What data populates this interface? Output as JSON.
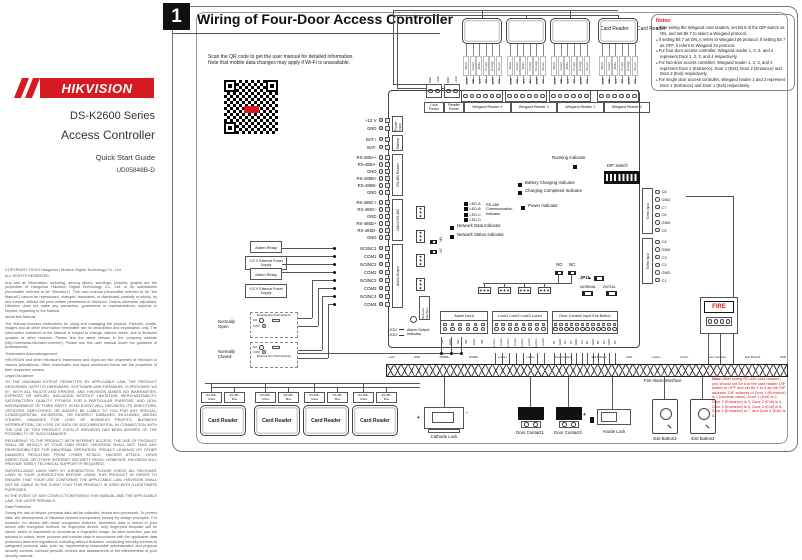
{
  "brand": {
    "logo": "HIKVISION",
    "series": "DS-K2600 Series",
    "product": "Access Controller",
    "doc": "Quick Start Guide",
    "code": "UD05848B-D",
    "red": "#d71a21",
    "legal": [
      "COPYRIGHT ©2019 Hangzhou Hikvision Digital Technology Co., Ltd.",
      "ALL RIGHTS RESERVED.",
      "Any and all information, including, among others, wordings, pictures, graphs are the properties of Hangzhou Hikvision Digital Technology Co., Ltd. or its subsidiaries (hereinafter referred to be “Hikvision”). This user manual (hereinafter referred to be “the Manual”) cannot be reproduced, changed, translated, or distributed, partially or wholly, by any means, without the prior written permission of Hikvision. Unless otherwise stipulated, Hikvision does not make any warranties, guarantees or representations, express or implied, regarding to the Manual.",
      "About this Manual",
      "The Manual includes instructions for using and managing the product. Pictures, charts, images and all other information hereinafter are for description and explanation only. The information contained in the Manual is subject to change, without notice, due to firmware updates or other reasons. Please find the latest version in the company website (http://overseas.hikvision.com/en/). Please use this user manual under the guidance of professionals.",
      "Trademarks Acknowledgement",
      "HIKVISION and other Hikvision's trademarks and logos are the properties of Hikvision in various jurisdictions. Other trademarks and logos mentioned below are the properties of their respective owners.",
      "Legal Disclaimer",
      "TO THE MAXIMUM EXTENT PERMITTED BY APPLICABLE LAW, THE PRODUCT DESCRIBED, WITH ITS HARDWARE, SOFTWARE AND FIRMWARE, IS PROVIDED “AS IS”, WITH ALL FAULTS AND ERRORS, AND HIKVISION MAKES NO WARRANTIES, EXPRESS OR IMPLIED, INCLUDING WITHOUT LIMITATION, MERCHANTABILITY, SATISFACTORY QUALITY, FITNESS FOR A PARTICULAR PURPOSE, AND NON-INFRINGEMENT OF THIRD PARTY. IN NO EVENT WILL HIKVISION, ITS DIRECTORS, OFFICERS, EMPLOYEES, OR AGENTS BE LIABLE TO YOU FOR ANY SPECIAL, CONSEQUENTIAL, INCIDENTAL, OR INDIRECT DAMAGES, INCLUDING, AMONG OTHERS, DAMAGES FOR LOSS OF BUSINESS PROFITS, BUSINESS INTERRUPTION, OR LOSS OF DATA OR DOCUMENTATION, IN CONNECTION WITH THE USE OF THIS PRODUCT, EVEN IF HIKVISION HAS BEEN ADVISED OF THE POSSIBILITY OF SUCH DAMAGES.",
      "REGARDING TO THE PRODUCT WITH INTERNET ACCESS, THE USE OF PRODUCT SHALL BE WHOLLY AT YOUR OWN RISKS. HIKVISION SHALL NOT TAKE ANY RESPONSIBILITIES FOR ABNORMAL OPERATION, PRIVACY LEAKAGE OR OTHER DAMAGES RESULTING FROM CYBER ATTACK, HACKER ATTACK, VIRUS INSPECTION, OR OTHER INTERNET SECURITY RISKS; HOWEVER, HIKVISION WILL PROVIDE TIMELY TECHNICAL SUPPORT IF REQUIRED.",
      "SURVEILLANCE LAWS VARY BY JURISDICTION. PLEASE CHECK ALL RELEVANT LAWS IN YOUR JURISDICTION BEFORE USING THIS PRODUCT IN ORDER TO ENSURE THAT YOUR USE CONFORMS THE APPLICABLE LAW. HIKVISION SHALL NOT BE LIABLE IN THE EVENT THAT THIS PRODUCT IS USED WITH ILLEGITIMATE PURPOSES.",
      "IN THE EVENT OF ANY CONFLICTS BETWEEN THIS MANUAL AND THE APPLICABLE LAW, THE LATER PREVAILS.",
      "Data Protection",
      "During the use of device, personal data will be collected, stored and processed. To protect data, the development of Hikvision devices incorporates privacy by design principles. For example, for device with facial recognition features, biometrics data is stored in your device with encryption method; for fingerprint device, only fingerprint template will be saved, which is impossible to reconstruct a fingerprint image. As data controller, you are advised to collect, store, process and transfer data in accordance with the applicable data protection laws and regulations, including without limitation, conducting security controls to safeguard personal data, such as, implementing reasonable administrative and physical security controls, conduct periodic reviews and assessments of the effectiveness of your security controls."
    ]
  },
  "header": {
    "step": "1",
    "title": "Wiring of Four-Door Access Controller"
  },
  "qr": {
    "line1": "Scan the QR code to get the user manual for detailed information.",
    "line2": "Note that mobile data changes may apply if Wi-Fi is unavailable."
  },
  "notes_top": {
    "heading": "Notes:",
    "items": [
      "After wiring the Wiegand card readers, set Bit 6 of the DIP switch as ON, and set Bit 7 to select a Wiegand protocol.",
      "If setting Bit 7 as ON, it refers to Wiegand 26 protocol. If setting Bit 7 as OFF, it refers to Wiegand 34 protocol.",
      "For four-door access controller, Wiegand reader 1, 2, 3, and 4 represent Door 1, 2, 3, and 4 respectively.",
      "For two-door access controller, Wiegand reader 1, 2, 3, and 4 represent Door 1 (Entrance), Door 1 (Exit), Door 2 (Entrance) and Door 2 (Exit) respectively.",
      "For single door access controller, Wiegand reader 1 and 2 represent Door 1 (Entrance) and Door 1 (Exit) respectively."
    ]
  },
  "note_bottom": {
    "heading": "Note:",
    "text": " After wiring RS-485 card readers, you should set Bit 6 of the card reader DIP switch to OFF and set Bit 1 to 4 as the DIP address. DIP address of Door 1 (Entrance) is 1 (decimal value), Door 1 (Exit) is 2, Door 2 (Entrance) is 3, Door 2 (Exit) is 4, Door 3 (Entrance) is 5, Door 3 (Exit) is 6, Door 4 (Entrance) is 7, and Door 4 (Exit) is 8."
  },
  "top_readers": {
    "units": [
      1,
      2,
      3,
      4
    ],
    "overlap_label": "Card Reader",
    "wire_colors": [
      "Black",
      "Green",
      "White",
      "Purple",
      "Orange",
      "Brown"
    ],
    "pin_labels": [
      "GND",
      "W0",
      "W1",
      "BZ",
      "ERR",
      "OK"
    ],
    "power_pins": [
      "GND",
      "+12V"
    ],
    "bar_segments": [
      "Lock Power",
      "Reader Power",
      "Wiegand Reader 4",
      "Wiegand Reader 3",
      "Wiegand Reader 1",
      "Wiegand Reader 2"
    ]
  },
  "board": {
    "left_groups": [
      {
        "label": "Power Input",
        "pins": [
          "+12 V",
          "GND"
        ]
      },
      {
        "label": "Battery",
        "pins": [
          "BAT+",
          "BAT-"
        ]
      },
      {
        "label": "RS-485 Reader",
        "pins": [
          "RS-485A+",
          "RS-485A-",
          "GND",
          "RS-485B+",
          "RS-485B-",
          "GND"
        ]
      },
      {
        "label": "Uplink RS-485",
        "pins": [
          "RS-485C+",
          "RS-485C-",
          "GND",
          "RS-485D+",
          "RS-485D-",
          "GND"
        ]
      },
      {
        "label": "Alarm Output",
        "pins": [
          "NO/NC1",
          "COM1",
          "NO/NC2",
          "COM2",
          "NO/NC3",
          "COM3",
          "NO/NC4",
          "COM4"
        ]
      }
    ],
    "indicators": {
      "running": "Running Indicator",
      "dip": "DIP Switch",
      "battery_charging": "Battery Charging Indicator",
      "charging_completed": "Charging Completed Indicator",
      "power": "Power Indicator",
      "network_data": "Network Data Indicator",
      "network_status": "Network Status Indicator",
      "rs485_comm": "RS-485 Communication Indicator",
      "leds": [
        "LED-A",
        "LED-B",
        "LED-C",
        "LED-D"
      ],
      "alarm_leds": [
        "LED1",
        "LED2"
      ],
      "alarm_output": "Alarm Output Indicator"
    },
    "jumpers": {
      "no": "NO",
      "nc": "NC",
      "jp": "JP11",
      "arrow": "▶",
      "normal": "NORMAL",
      "initial": "INITIAL"
    },
    "network_label": "Network Interface",
    "event_input": {
      "label": "Event Input",
      "block1": [
        "C8",
        "GND",
        "C7",
        "C6",
        "GND",
        "C5"
      ],
      "block2": [
        "C4",
        "GND",
        "C3",
        "C2",
        "GND",
        "C1"
      ]
    },
    "bottom_strips": [
      {
        "title": "Alarm Input",
        "pins": [
          "IN1",
          "GND",
          "IN2",
          "IN3",
          "GND",
          "IN4"
        ]
      },
      {
        "title": "Lock1 Lock2 Lock3 Lock4",
        "pins": [
          "Lock1+",
          "Lock1-",
          "Lock2+",
          "Lock2-",
          "Lock3+",
          "Lock3-",
          "Lock4+",
          "Lock4-"
        ]
      },
      {
        "title": "Door Contact Input  Exit Button",
        "pins": [
          "D1",
          "GND",
          "D2",
          "D3",
          "GND",
          "D4",
          "B1",
          "GND",
          "B2",
          "B3",
          "GND",
          "B4"
        ]
      }
    ]
  },
  "relays": {
    "alarm_relay": "Alarm Relay",
    "ext_power": "+12 V External Power Supply",
    "normally_open": "Normally Open",
    "normally_closed": "Normally Closed",
    "detector": "External Anti-Theft Detector",
    "no": "NO",
    "com": "COM"
  },
  "duct": {
    "labels": [
      "+12V",
      "GND",
      "RS485+",
      "RS485-",
      "Lock1+",
      "Lock1-",
      "Door Contact1",
      "Exit Button1",
      "GND",
      "Lock2+",
      "Lock2-",
      "Door Contact2",
      "Exit Button2",
      "GND"
    ],
    "fire_label": "Fire Alarm Interface"
  },
  "bottom_devices": {
    "units": [
      1,
      2,
      3,
      4
    ],
    "reader_label": "Card Reader",
    "wire_plus": "RS-485+",
    "wire_plus_color": "Yellow",
    "wire_minus": "RS-485-",
    "wire_minus_color": "Blue",
    "cathode_lock": "Cathode Lock",
    "door_contact1": "Door Contact1",
    "door_contact2": "Door Contact2",
    "anode_lock": "Anode Lock",
    "exit_button3": "Exit Button3",
    "exit_button4": "Exit Button4",
    "fire": "FIRE",
    "plus": "+",
    "minus": "-"
  }
}
